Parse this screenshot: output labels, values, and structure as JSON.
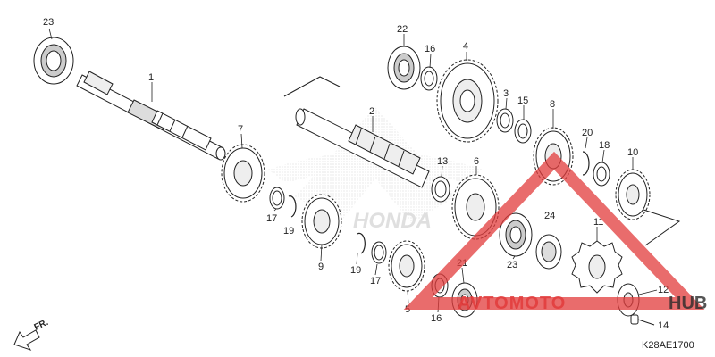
{
  "diagram": {
    "code": "K28AE1700",
    "direction_marker": "FR.",
    "part_labels": [
      {
        "id": "p23a",
        "text": "23"
      },
      {
        "id": "p1",
        "text": "1"
      },
      {
        "id": "p22",
        "text": "22"
      },
      {
        "id": "p16a",
        "text": "16"
      },
      {
        "id": "p4",
        "text": "4"
      },
      {
        "id": "p2",
        "text": "2"
      },
      {
        "id": "p3",
        "text": "3"
      },
      {
        "id": "p15",
        "text": "15"
      },
      {
        "id": "p8",
        "text": "8"
      },
      {
        "id": "p20",
        "text": "20"
      },
      {
        "id": "p18",
        "text": "18"
      },
      {
        "id": "p10",
        "text": "10"
      },
      {
        "id": "p7",
        "text": "7"
      },
      {
        "id": "p13",
        "text": "13"
      },
      {
        "id": "p6",
        "text": "6"
      },
      {
        "id": "p24",
        "text": "24"
      },
      {
        "id": "p11",
        "text": "11"
      },
      {
        "id": "p17a",
        "text": "17"
      },
      {
        "id": "p19a",
        "text": "19"
      },
      {
        "id": "p9",
        "text": "9"
      },
      {
        "id": "p19b",
        "text": "19"
      },
      {
        "id": "p17b",
        "text": "17"
      },
      {
        "id": "p23b",
        "text": "23"
      },
      {
        "id": "p21",
        "text": "21"
      },
      {
        "id": "p5",
        "text": "5"
      },
      {
        "id": "p16b",
        "text": "16"
      },
      {
        "id": "p12",
        "text": "12"
      },
      {
        "id": "p14",
        "text": "14"
      }
    ]
  },
  "watermark": {
    "brand_left": "AVTOMOTO",
    "brand_right": "HUB",
    "brand_color": "#e23b3b",
    "brand_color_dark": "#2b2b2b"
  },
  "background_logo": {
    "text": "HONDA"
  }
}
